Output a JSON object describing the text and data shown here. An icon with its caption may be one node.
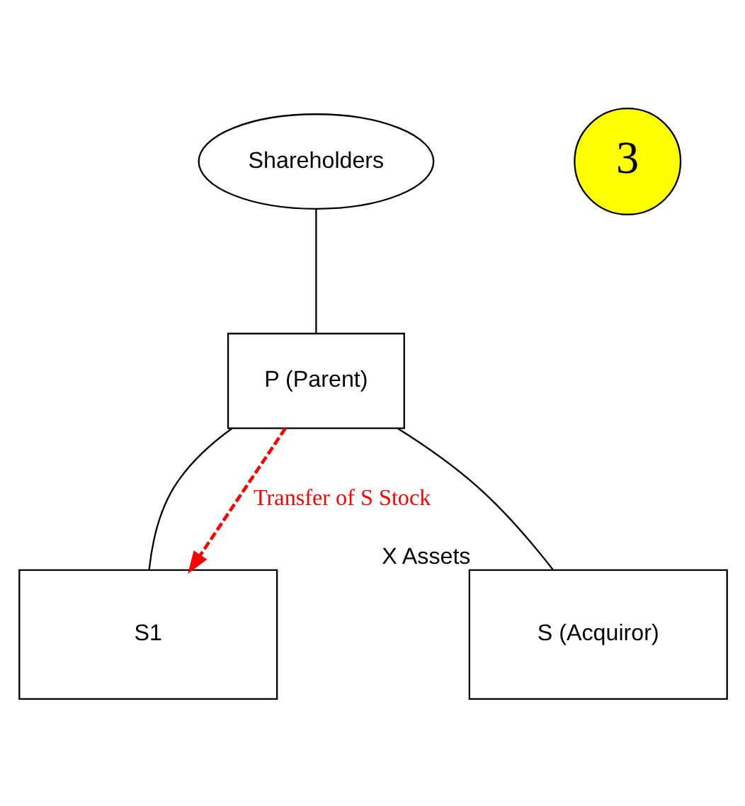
{
  "diagram": {
    "nodes": [
      {
        "text": [
          "Shareholders"
        ]
      },
      {
        "text": [
          "3"
        ]
      },
      {
        "text": [
          "P (Parent)"
        ]
      },
      {
        "text": [
          "S1"
        ]
      },
      {
        "text": [
          "S (Acquiror)"
        ],
        "beside": [
          "X Assets"
        ]
      }
    ],
    "edges": [
      {
        "from": 0,
        "to": 2,
        "arrow": "none"
      },
      {
        "from": 2,
        "to": 3,
        "arrow": "none"
      },
      {
        "from": 2,
        "to": 4,
        "arrow": "none"
      },
      {
        "from": 2,
        "to": 3,
        "arrow": "to",
        "style": "dashed",
        "color": "#ff0000",
        "label": "Transfer of S Stock"
      }
    ]
  }
}
